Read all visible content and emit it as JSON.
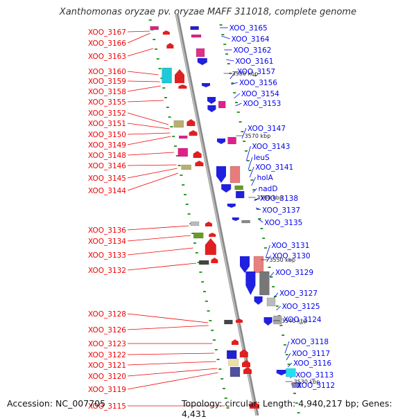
{
  "title": "Xanthomonas oryzae pv. oryzae MAFF 311018, complete genome",
  "footer": {
    "accession": "Accession: NC_007705",
    "topology": "Topology: circular; Length: 4,940,217 bp; Genes: 4,431"
  },
  "colors": {
    "left_label": "#ee0000",
    "right_label": "#0000ee",
    "backbone": "#999999",
    "dots": "#2e9a2e"
  },
  "ticks": [
    "3580 kbp",
    "3570 kbp",
    "3560 kbp",
    "3550 kbp",
    "3540 kbp",
    "3530 kbp"
  ],
  "left_genes": [
    "XOO_3167",
    "XOO_3166",
    "XOO_3163",
    "XOO_3160",
    "XOO_3159",
    "XOO_3158",
    "XOO_3155",
    "XOO_3152",
    "XOO_3151",
    "XOO_3150",
    "XOO_3149",
    "XOO_3148",
    "XOO_3146",
    "XOO_3145",
    "XOO_3144",
    "XOO_3136",
    "XOO_3134",
    "XOO_3133",
    "XOO_3132",
    "XOO_3128",
    "XOO_3126",
    "XOO_3123",
    "XOO_3122",
    "XOO_3121",
    "XOO_3120",
    "XOO_3119",
    "XOO_3115"
  ],
  "right_genes": [
    "XOO_3165",
    "XOO_3164",
    "XOO_3162",
    "XOO_3161",
    "XOO_3157",
    "XOO_3156",
    "XOO_3154",
    "XOO_3153",
    "XOO_3147",
    "XOO_3143",
    "leuS",
    "XOO_3141",
    "holA",
    "nadD",
    "XOO_3138",
    "XOO_3137",
    "XOO_3135",
    "XOO_3131",
    "XOO_3130",
    "XOO_3129",
    "XOO_3127",
    "XOO_3125",
    "XOO_3124",
    "XOO_3118",
    "XOO_3117",
    "XOO_3116",
    "XOO_3113",
    "XOO_3112"
  ]
}
